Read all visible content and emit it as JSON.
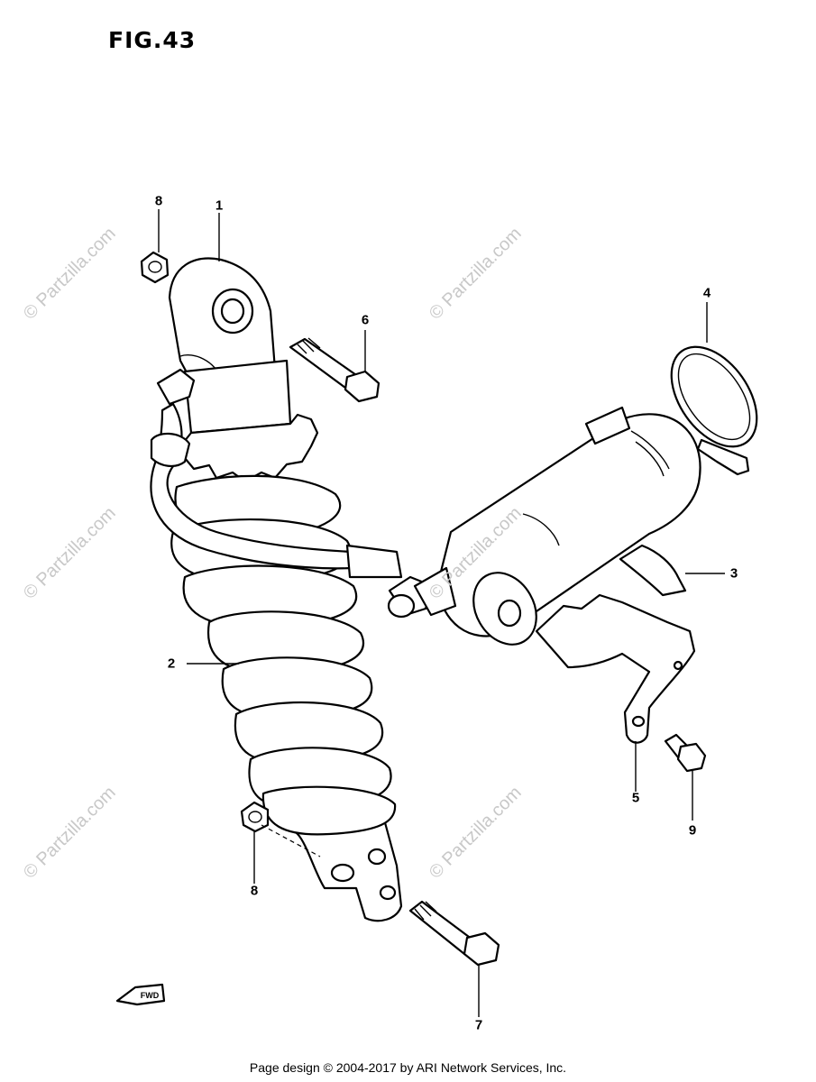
{
  "figure": {
    "title": "FIG.43"
  },
  "callouts": {
    "c1": "1",
    "c2": "2",
    "c3": "3",
    "c4": "4",
    "c5": "5",
    "c6": "6",
    "c7": "7",
    "c8a": "8",
    "c8b": "8",
    "c9": "9"
  },
  "watermark": {
    "text": "© Partzilla.com"
  },
  "fwd_marker": {
    "text": "FWD"
  },
  "footer": {
    "text": "Page design © 2004-2017 by ARI Network Services, Inc."
  }
}
